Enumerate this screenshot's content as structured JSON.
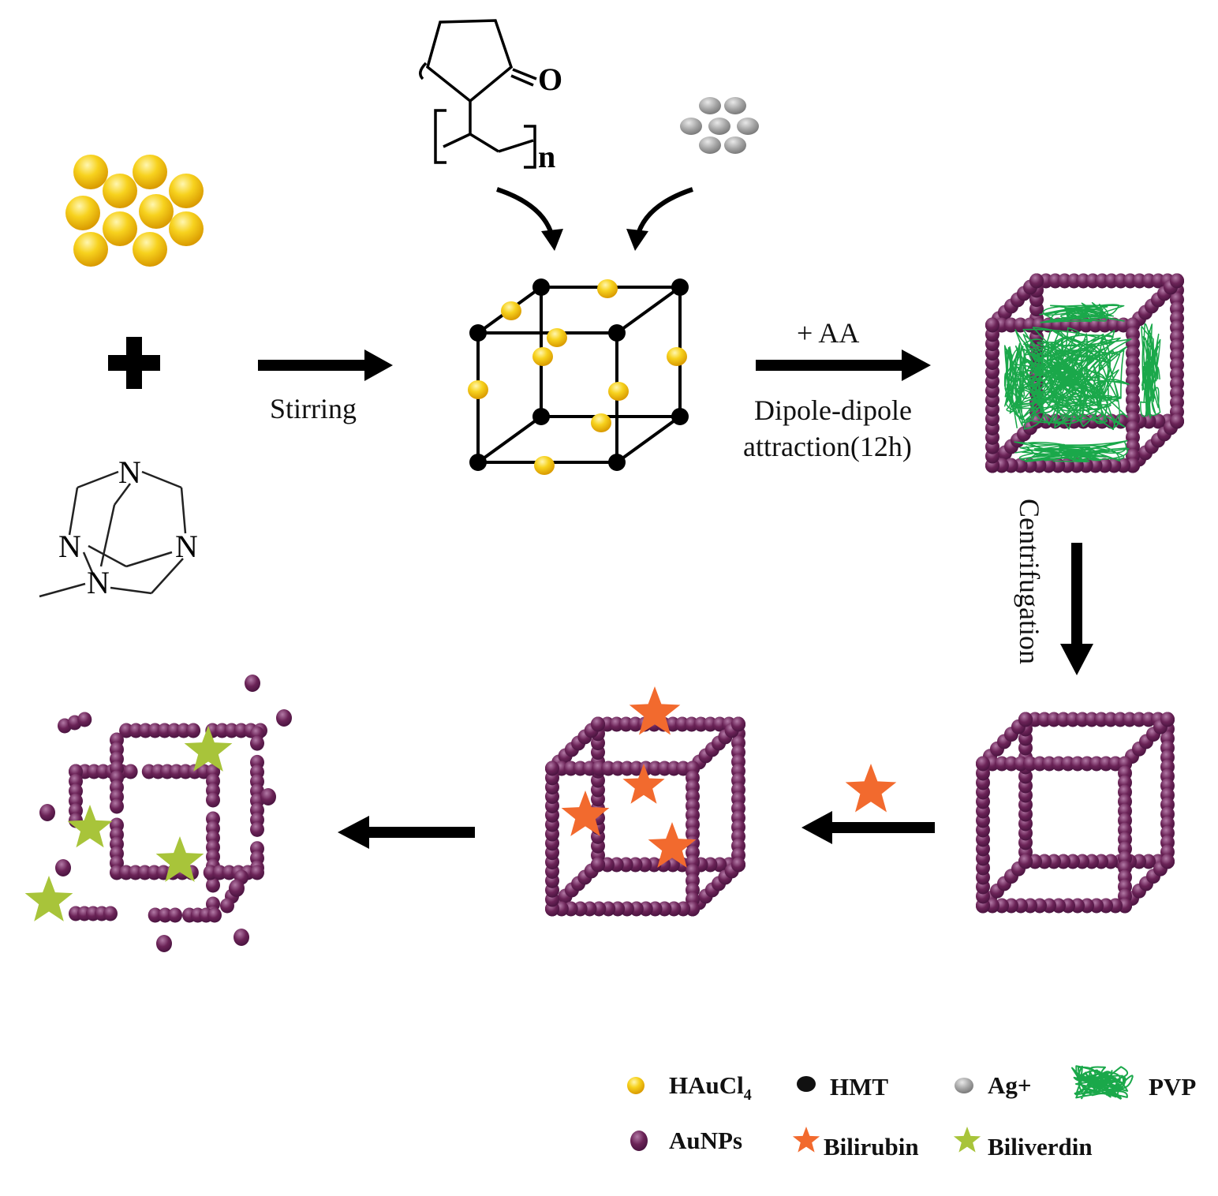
{
  "steps": {
    "stirring": "Stirring",
    "add_aa": "+ AA",
    "dipole_line1": "Dipole-dipole",
    "dipole_line2": "attraction(12h)",
    "centrifugation": "Centrifugation"
  },
  "molecules": {
    "pvp_oxygen": "O",
    "pvp_repeat": "n",
    "hmt_nitrogen": "N"
  },
  "legend": [
    {
      "key": "hauc",
      "label": "HAuCl",
      "subscript": "4",
      "color": "#f5c518"
    },
    {
      "key": "hmt",
      "label": "HMT",
      "color": "#111111"
    },
    {
      "key": "ag",
      "label": "Ag+",
      "color": "#9a9a9a"
    },
    {
      "key": "pvp",
      "label": "PVP",
      "color": "#1aa84a"
    },
    {
      "key": "aunps",
      "label": "AuNPs",
      "color": "#6b2357"
    },
    {
      "key": "bilirubin",
      "label": "Bilirubin",
      "color": "#f26a2e"
    },
    {
      "key": "biliverdin",
      "label": "Biliverdin",
      "color": "#a8c43a"
    }
  ],
  "colors": {
    "gold": "#f5c518",
    "purple": "#6b2357",
    "silver": "#9a9a9a",
    "green": "#1aa84a",
    "orange": "#f26a2e",
    "lime": "#a8c43a"
  }
}
